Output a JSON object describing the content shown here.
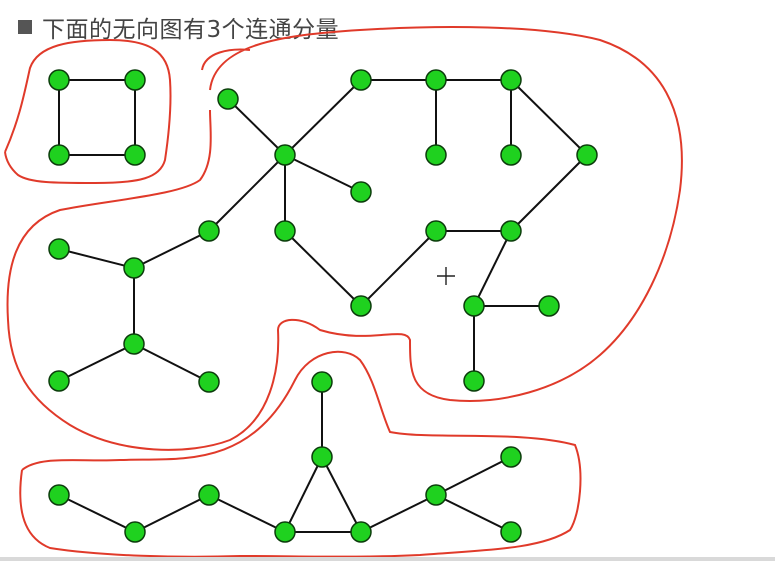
{
  "slide": {
    "title": "下面的无向图有3个连通分量",
    "bullet_icon": "square-bullet-icon"
  },
  "colors": {
    "node_fill": "#1fd11f",
    "node_stroke": "#0c3d0c",
    "edge": "#111111",
    "outline": "#e03a2a"
  },
  "graph": {
    "directed": false,
    "components": 3,
    "nodes": [
      "a",
      "b",
      "c",
      "d",
      "e",
      "f",
      "g",
      "h",
      "i",
      "j",
      "k",
      "l",
      "m",
      "n",
      "o",
      "p",
      "q",
      "r",
      "s",
      "t",
      "u",
      "v",
      "w",
      "x",
      "y",
      "z",
      "aa",
      "ab",
      "ac",
      "ad",
      "ae",
      "af"
    ],
    "edges": [
      [
        "a",
        "b"
      ],
      [
        "a",
        "c"
      ],
      [
        "b",
        "d"
      ],
      [
        "c",
        "d"
      ],
      [
        "e",
        "h"
      ],
      [
        "h",
        "k"
      ],
      [
        "h",
        "j"
      ],
      [
        "h",
        "i"
      ],
      [
        "i",
        "p"
      ],
      [
        "p",
        "n"
      ],
      [
        "p",
        "o"
      ],
      [
        "p",
        "q"
      ],
      [
        "q",
        "r"
      ],
      [
        "q",
        "s"
      ],
      [
        "j",
        "m"
      ],
      [
        "m",
        "f"
      ],
      [
        "f",
        "n"
      ],
      [
        "n",
        "g"
      ],
      [
        "g",
        "l"
      ],
      [
        "t",
        "u"
      ],
      [
        "u",
        "v"
      ],
      [
        "v",
        "w"
      ],
      [
        "w",
        "x"
      ],
      [
        "x",
        "y"
      ],
      [
        "y",
        "ab"
      ],
      [
        "ab",
        "aa"
      ],
      [
        "ab",
        "ac"
      ],
      [
        "ad",
        "ae"
      ],
      [
        "ae",
        "af"
      ],
      [
        "af",
        "x"
      ]
    ]
  },
  "cursor_icon": "crosshair-icon"
}
